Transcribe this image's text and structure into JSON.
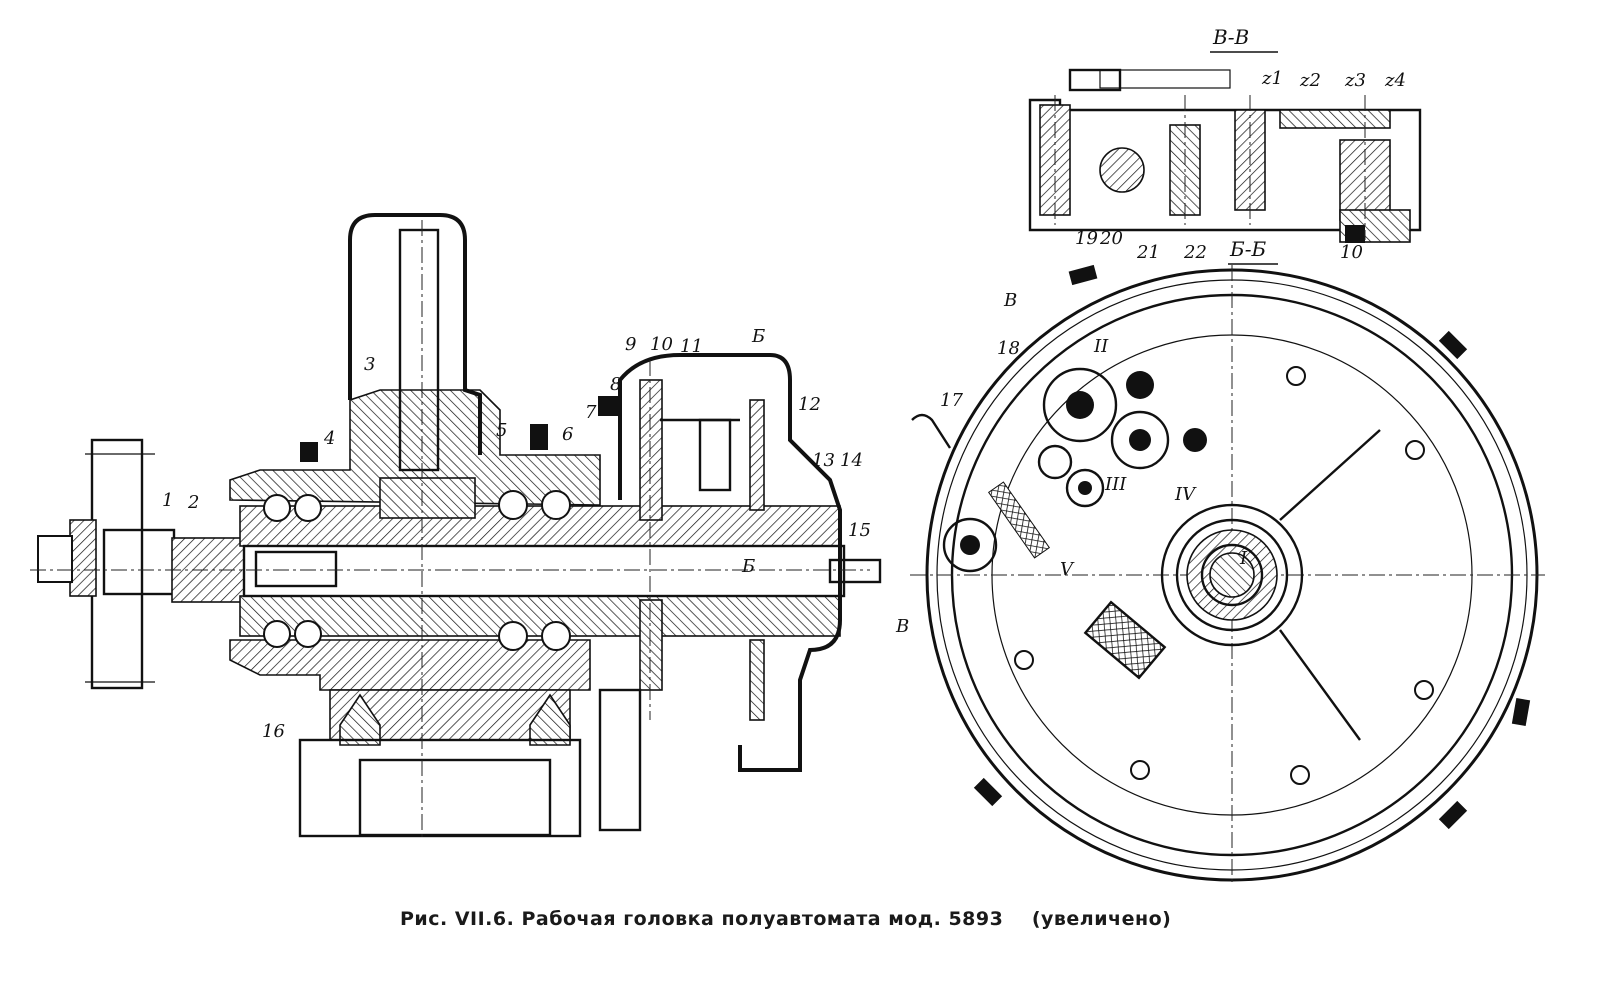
{
  "figure": {
    "caption": "Рис. VII.6. Рабочая головка полуавтомата мод. 5893",
    "caption_note": "(увеличено)"
  },
  "main_view": {
    "part_labels": [
      "1",
      "2",
      "3",
      "4",
      "5",
      "6",
      "7",
      "8",
      "9",
      "10",
      "11",
      "12",
      "13",
      "14",
      "15",
      "16"
    ],
    "section_marker": "Б"
  },
  "section_vv": {
    "title": "В-В",
    "part_labels": [
      "19",
      "20",
      "21",
      "22",
      "10"
    ],
    "gear_labels": [
      "z1",
      "z2",
      "z3",
      "z4"
    ]
  },
  "section_bb": {
    "title": "Б-Б",
    "part_labels": [
      "17",
      "18"
    ],
    "shaft_labels": [
      "I",
      "II",
      "III",
      "IV",
      "V"
    ],
    "section_marker": "В"
  }
}
